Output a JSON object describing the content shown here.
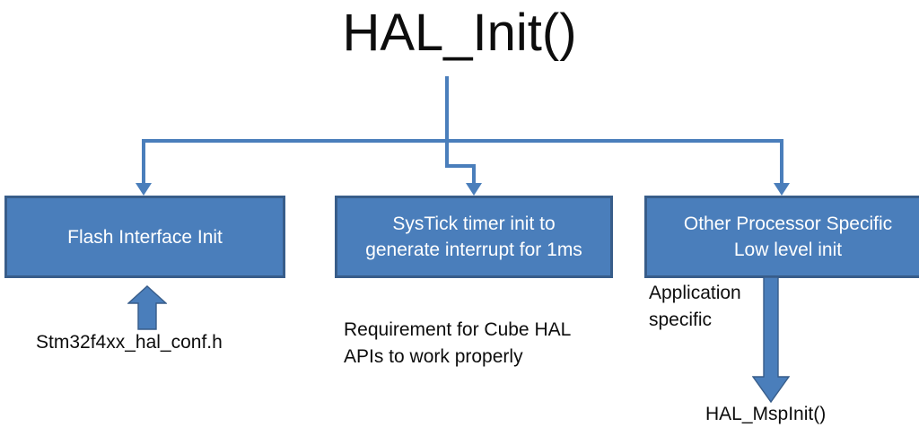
{
  "diagram": {
    "title": "HAL_Init()",
    "boxes": [
      {
        "id": "flash",
        "label": "Flash Interface Init"
      },
      {
        "id": "systick",
        "label": "SysTick timer init to\ngenerate interrupt for 1ms"
      },
      {
        "id": "other",
        "label": "Other Processor Specific\nLow level init"
      }
    ],
    "captions": {
      "flash_config_file": "Stm32f4xx_hal_conf.h",
      "systick_note": "Requirement for Cube HAL\nAPIs to work properly",
      "other_note": "Application\nspecific",
      "msp_init": "HAL_MspInit()"
    },
    "colors": {
      "box_fill": "#4a7ebb",
      "box_border": "#385d8a",
      "connector": "#4a7ebb",
      "box_text": "#ffffff",
      "caption_text": "#0d0d0d",
      "background": "#ffffff"
    },
    "icons": {
      "arrow_up": "block-arrow-up-icon",
      "arrow_down": "block-arrow-down-icon",
      "arrowhead": "arrowhead-down-icon"
    }
  }
}
